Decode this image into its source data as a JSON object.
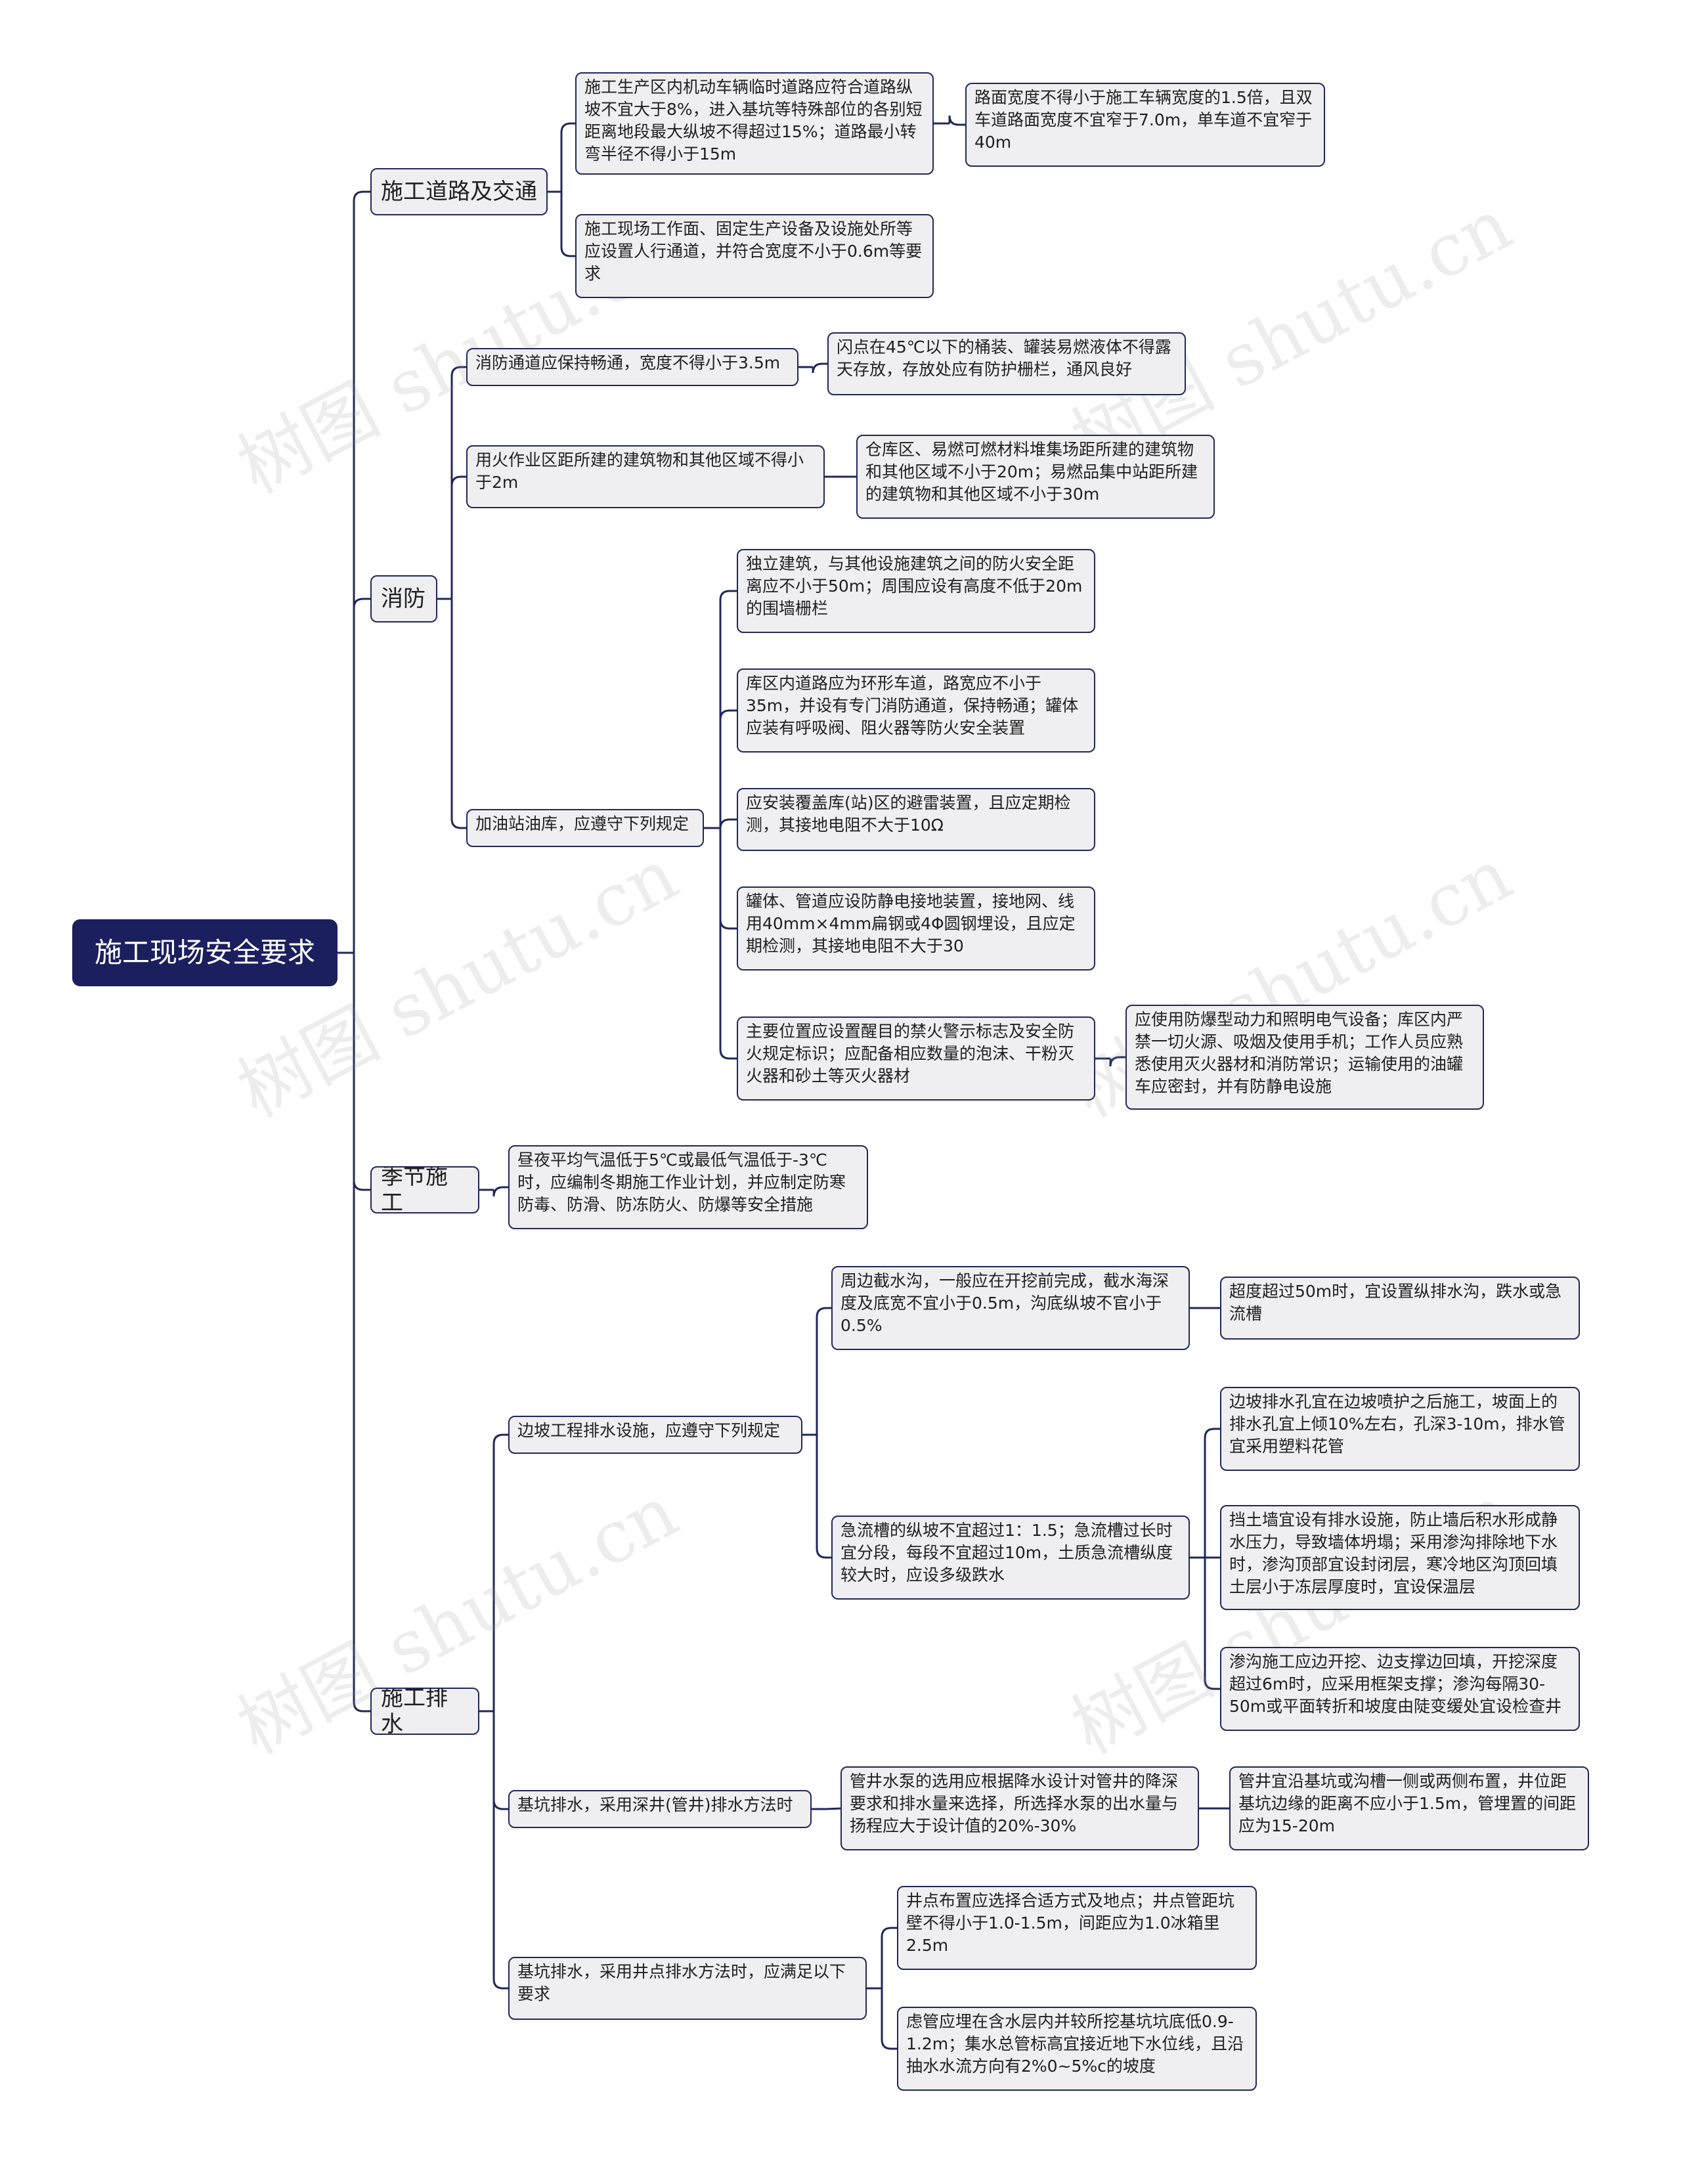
{
  "watermark": "树图 shutu.cn",
  "colors": {
    "root_bg": "#1c1f5e",
    "node_bg": "#efeff1",
    "border": "#20285a",
    "line": "#20285a"
  },
  "root": {
    "label": "施工现场安全要求"
  },
  "road": {
    "label": "施工道路及交通",
    "n1": "施工生产区内机动车辆临时道路应符合道路纵坡不宜大于8%，进入基坑等特殊部位的各别短距离地段最大纵坡不得超过15%；道路最小转弯半径不得小于15m",
    "n1a": "路面宽度不得小于施工车辆宽度的1.5倍，且双车道路面宽度不宜窄于7.0m，单车道不宜窄于40m",
    "n2": "施工现场工作面、固定生产设备及设施处所等应设置人行通道，并符合宽度不小于0.6m等要求"
  },
  "fire": {
    "label": "消防",
    "a": "消防通道应保持畅通，宽度不得小于3.5m",
    "a1": "闪点在45℃以下的桶装、罐装易燃液体不得露天存放，存放处应有防护栅栏，通风良好",
    "b": "用火作业区距所建的建筑物和其他区域不得小于2m",
    "b1": "仓库区、易燃可燃材料堆集场距所建的建筑物和其他区域不小于20m；易燃品集中站距所建的建筑物和其他区域不小于30m",
    "c": "加油站油库，应遵守下列规定",
    "c1": "独立建筑，与其他设施建筑之间的防火安全距离应不小于50m；周围应设有高度不低于20m的围墙栅栏",
    "c2": "库区内道路应为环形车道，路宽应不小于35m，并设有专门消防通道，保持畅通；罐体应装有呼吸阀、阻火器等防火安全装置",
    "c3": "应安装覆盖库(站)区的避雷装置，且应定期检测，其接地电阻不大于10Ω",
    "c4": "罐体、管道应设防静电接地装置，接地网、线用40mm×4mm扁钢或4Φ圆钢埋设，且应定期检测，其接地电阻不大于30",
    "c5": "主要位置应设置醒目的禁火警示标志及安全防火规定标识；应配备相应数量的泡沫、干粉灭火器和砂土等灭火器材",
    "c5a": "应使用防爆型动力和照明电气设备；库区内严禁一切火源、吸烟及使用手机；工作人员应熟悉使用灭火器材和消防常识；运输使用的油罐车应密封，并有防静电设施"
  },
  "season": {
    "label": "季节施工",
    "n1": "昼夜平均气温低于5℃或最低气温低于-3℃时，应编制冬期施工作业计划，并应制定防寒防毒、防滑、防冻防火、防爆等安全措施"
  },
  "drain": {
    "label": "施工排水",
    "slope": {
      "label": "边坡工程排水设施，应遵守下列规定",
      "n1": "周边截水沟，一般应在开挖前完成，截水海深度及底宽不宜小于0.5m，沟底纵坡不官小于0.5%",
      "n1a": "超度超过50m时，宜设置纵排水沟，跌水或急流槽",
      "n2": "急流槽的纵坡不宜超过1：1.5；急流槽过长时宜分段，每段不宜超过10m，土质急流槽纵度较大时，应设多级跌水",
      "n2a": "边坡排水孔宜在边坡喷护之后施工，坡面上的排水孔宜上倾10%左右，孔深3-10m，排水管宜采用塑料花管",
      "n2b": "挡土墙宜设有排水设施，防止墙后积水形成静水压力，导致墙体坍塌；采用渗沟排除地下水时，渗沟顶部宜设封闭层，寒冷地区沟顶回填土层小于冻层厚度时，宜设保温层",
      "n2c": "渗沟施工应边开挖、边支撑边回填，开挖深度超过6m时，应采用框架支撑；渗沟每隔30-50m或平面转折和坡度由陡变缓处宜设检查井"
    },
    "deepwell": {
      "label": "基坑排水，采用深井(管井)排水方法时",
      "n1": "管井水泵的选用应根据降水设计对管井的降深要求和排水量来选择，所选择水泵的出水量与扬程应大于设计值的20%-30%",
      "n1a": "管井宜沿基坑或沟槽一侧或两侧布置，井位距基坑边缘的距离不应小于1.5m，管埋置的间距应为15-20m"
    },
    "wellpoint": {
      "label": "基坑排水，采用井点排水方法时，应满足以下要求",
      "n1": "井点布置应选择合适方式及地点；井点管距坑壁不得小于1.0-1.5m，间距应为1.0冰箱里2.5m",
      "n2": "虑管应埋在含水层内并较所挖基坑坑底低0.9-1.2m；集水总管标高宜接近地下水位线，且沿抽水水流方向有2%0~5%c的坡度"
    }
  }
}
